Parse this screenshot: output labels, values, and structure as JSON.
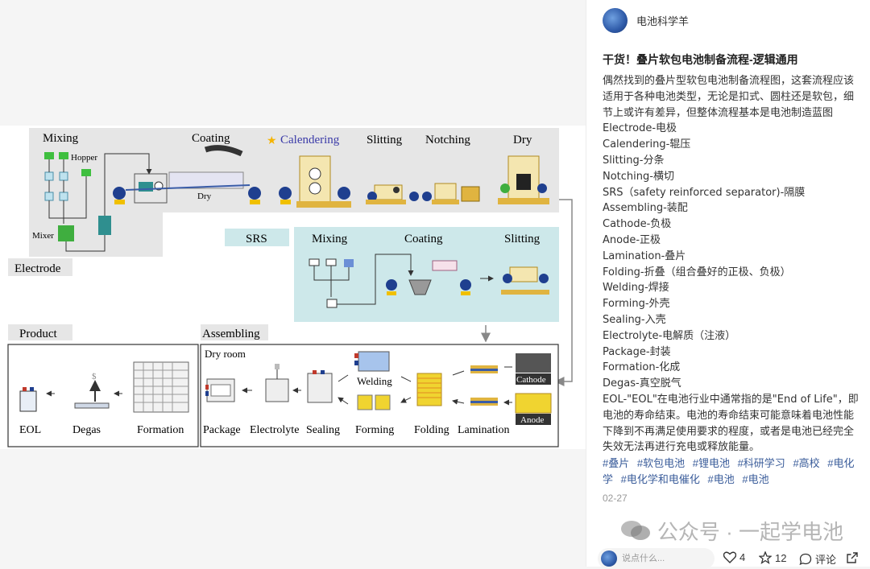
{
  "author": {
    "name": "电池科学羊"
  },
  "post": {
    "title": "干货！叠片软包电池制备流程-逻辑通用",
    "body": [
      "偶然找到的叠片型软包电池制备流程图，这套流程应该适用于各种电池类型，无论是扣式、圆柱还是软包，细节上或许有差异，但整体流程基本是电池制造蓝图",
      "Electrode-电极",
      "Calendering-辊压",
      "Slitting-分条",
      "Notching-横切",
      "SRS（safety reinforced separator)-隔膜",
      "Assembling-装配",
      "Cathode-负极",
      "Anode-正极",
      "Lamination-叠片",
      "Folding-折叠（组合叠好的正极、负极）",
      "Welding-焊接",
      "Forming-外壳",
      "Sealing-入壳",
      "Electrolyte-电解质（注液）",
      "Package-封装",
      "Formation-化成",
      "Degas-真空脱气",
      "EOL-\"EOL\"在电池行业中通常指的是\"End of Life\"，即电池的寿命结束。电池的寿命结束可能意味着电池性能下降到不再满足使用要求的程度，或者是电池已经完全失效无法再进行充电或释放能量。"
    ],
    "tags": [
      "#叠片",
      "#软包电池",
      "#锂电池",
      "#科研学习",
      "#高校",
      "#电化学",
      "#电化学和电催化",
      "#电池",
      "#电池"
    ],
    "date": "02-27"
  },
  "watermark": "公众号 · 一起学电池",
  "comment": {
    "placeholder": "说点什么..."
  },
  "actions": {
    "likes": "4",
    "favorites": "12",
    "comment_label": "评论"
  },
  "diagram": {
    "electrode": {
      "label": "Electrode",
      "steps": [
        "Mixing",
        "Coating",
        "Calendering",
        "Slitting",
        "Notching",
        "Dry"
      ],
      "hopper": "Hopper",
      "mixer": "Mixer",
      "dry": "Dry"
    },
    "srs": {
      "label": "SRS",
      "steps": [
        "Mixing",
        "Coating",
        "Slitting"
      ]
    },
    "product": {
      "label": "Product",
      "steps": [
        "EOL",
        "Degas",
        "Formation"
      ]
    },
    "assembling": {
      "label": "Assembling",
      "dry_room": "Dry room",
      "steps": [
        "Package",
        "Electrolyte",
        "Sealing",
        "Forming",
        "Folding",
        "Lamination"
      ],
      "welding": "Welding",
      "cathode": "Cathode",
      "anode": "Anode"
    }
  },
  "colors": {
    "accent": "#3a5c9a",
    "electrode_bg": "#e6e6e6",
    "srs_bg": "#cde8ea"
  }
}
